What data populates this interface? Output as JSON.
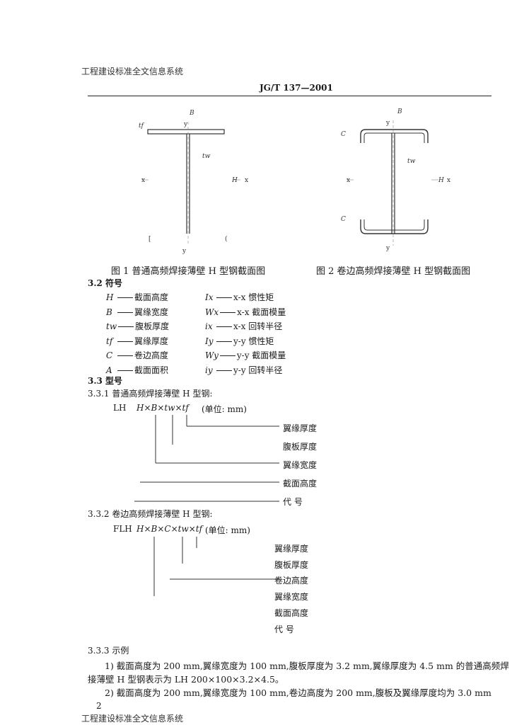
{
  "header": {
    "source": "工程建设标准全文信息系统",
    "doc_id": "JG/T 137—2001"
  },
  "figures": {
    "fig1": {
      "caption": "图 1  普通高频焊接薄壁 H 型钢截面图",
      "labels": {
        "B": "B",
        "y_top": "y",
        "x_left": "x",
        "x_right": "x",
        "H": "H",
        "y_bottom": "y",
        "tw": "tw",
        "tf": "tf"
      }
    },
    "fig2": {
      "caption": "图 2  卷边高频焊接薄壁 H 型钢截面图",
      "labels": {
        "B": "B",
        "y_top": "y",
        "x_left": "x",
        "x_right": "x",
        "H": "H",
        "y_bottom": "y",
        "tw": "tw",
        "C_top": "C",
        "C_bottom": "C"
      }
    }
  },
  "section_3_2": {
    "heading": "3.2  符号",
    "left": [
      {
        "sym": "H",
        "desc": "截面高度"
      },
      {
        "sym": "B",
        "desc": "翼缘宽度"
      },
      {
        "sym": "tw",
        "desc": "腹板厚度"
      },
      {
        "sym": "tf",
        "desc": "翼缘厚度"
      },
      {
        "sym": "C",
        "desc": "卷边高度"
      },
      {
        "sym": "A",
        "desc": "截面面积"
      }
    ],
    "right": [
      {
        "sym": "Ix",
        "desc": "x-x 惯性矩"
      },
      {
        "sym": "Wx",
        "desc": "x-x 截面模量"
      },
      {
        "sym": "ix",
        "desc": "x-x 回转半径"
      },
      {
        "sym": "Iy",
        "desc": "y-y 惯性矩"
      },
      {
        "sym": "Wy",
        "desc": "y-y 截面模量"
      },
      {
        "sym": "iy",
        "desc": "y-y 回转半径"
      }
    ]
  },
  "section_3_3": {
    "heading": "3.3  型号",
    "sub1": {
      "heading": "3.3.1  普通高频焊接薄壁 H 型钢:",
      "code": "LH",
      "formula": "H×B×tw×tf",
      "unit": "(单位: mm)",
      "labels": [
        "翼缘厚度",
        "腹板厚度",
        "翼缘宽度",
        "截面高度",
        "代    号"
      ]
    },
    "sub2": {
      "heading": "3.3.2  卷边高频焊接薄壁 H 型钢:",
      "code": "FLH",
      "formula": "H×B×C×tw×tf",
      "unit": "(单位: mm)",
      "labels": [
        "翼缘厚度",
        "腹板厚度",
        "卷边高度",
        "翼缘宽度",
        "截面高度",
        "代    号"
      ]
    },
    "sub3": {
      "heading": "3.3.3  示例",
      "line1": "1) 截面高度为 200 mm,翼缘宽度为 100 mm,腹板厚度为 3.2 mm,翼缘厚度为 4.5 mm 的普通高频焊",
      "line2": "接薄壁 H 型钢表示为 LH 200×100×3.2×4.5。",
      "line3": "2) 截面高度为 200 mm,翼缘宽度为 100 mm,卷边高度为 200 mm,腹板及翼缘厚度均为 3.0 mm"
    }
  },
  "footer": {
    "page_number": "2",
    "source": "工程建设标准全文信息系统"
  }
}
